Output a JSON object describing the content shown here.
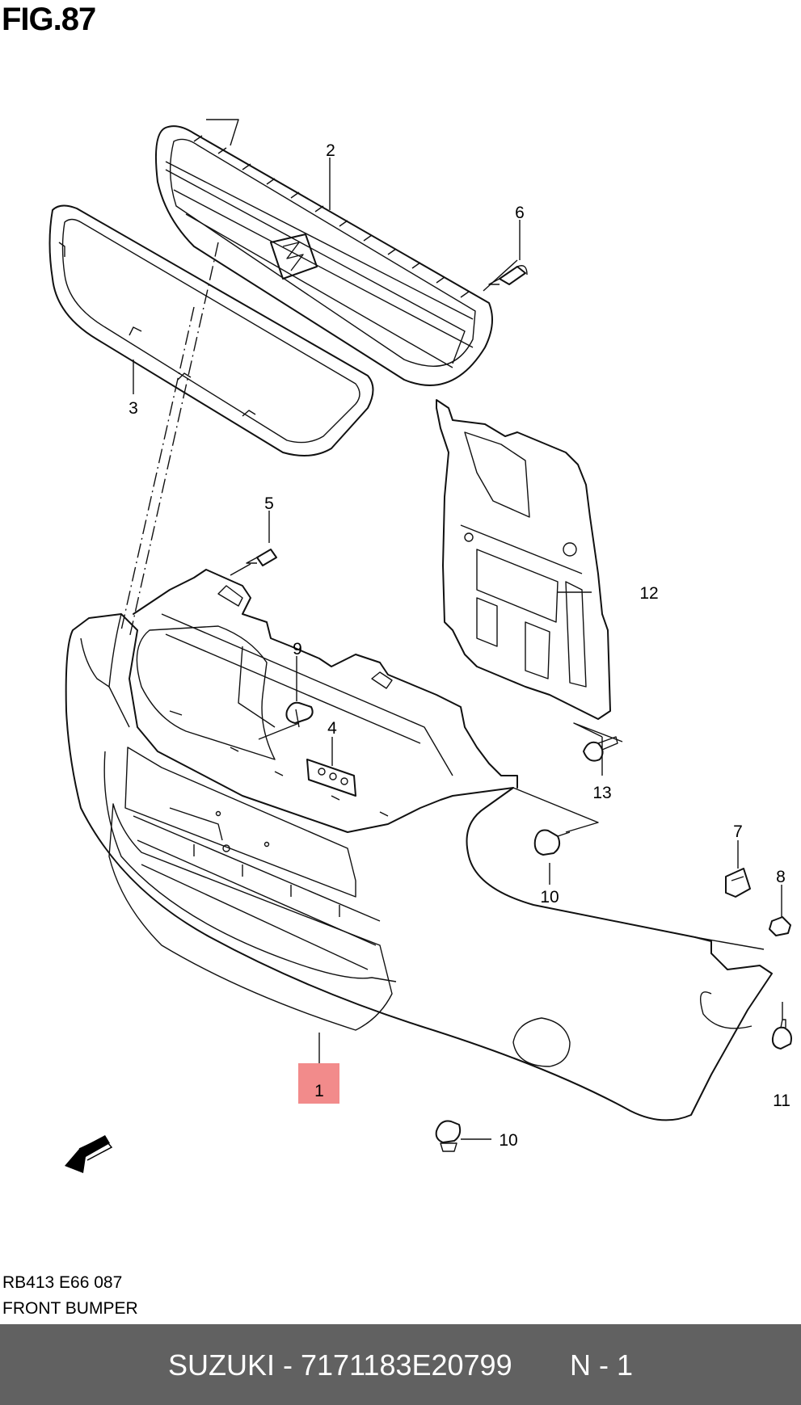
{
  "figure": {
    "title": "FIG.87",
    "code": "RB413 E66 087",
    "description": "FRONT BUMPER"
  },
  "callouts": [
    {
      "id": "c1",
      "label": "1",
      "highlighted": true
    },
    {
      "id": "c2",
      "label": "2"
    },
    {
      "id": "c3",
      "label": "3"
    },
    {
      "id": "c4",
      "label": "4"
    },
    {
      "id": "c5",
      "label": "5"
    },
    {
      "id": "c6",
      "label": "6"
    },
    {
      "id": "c7",
      "label": "7"
    },
    {
      "id": "c8",
      "label": "8"
    },
    {
      "id": "c9",
      "label": "9"
    },
    {
      "id": "c10a",
      "label": "10"
    },
    {
      "id": "c10b",
      "label": "10"
    },
    {
      "id": "c11",
      "label": "11"
    },
    {
      "id": "c12",
      "label": "12"
    },
    {
      "id": "c13",
      "label": "13"
    }
  ],
  "fwd_badge": "FWD",
  "highlight_color": "#f28b8b",
  "footer": {
    "brand_part": "SUZUKI - 7171183E20799",
    "page": "N - 1",
    "background": "#616161"
  }
}
